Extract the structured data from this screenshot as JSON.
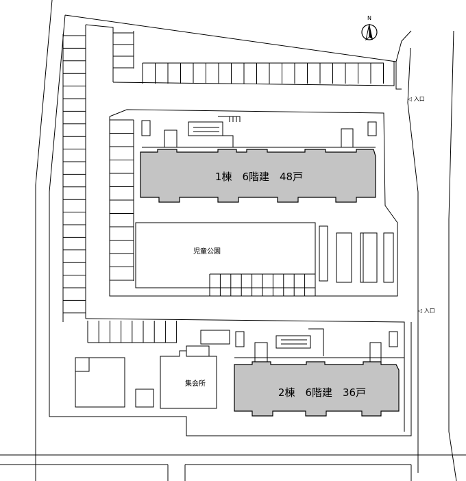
{
  "compass": {
    "label": "N"
  },
  "entrances": [
    {
      "label": "◁ 入口"
    },
    {
      "label": "◁ 入口"
    }
  ],
  "buildings": [
    {
      "label": "1棟　6階建　48戸"
    },
    {
      "label": "2棟　6階建　36戸"
    }
  ],
  "facilities": {
    "park": "児童公園",
    "meeting_hall": "集会所"
  }
}
